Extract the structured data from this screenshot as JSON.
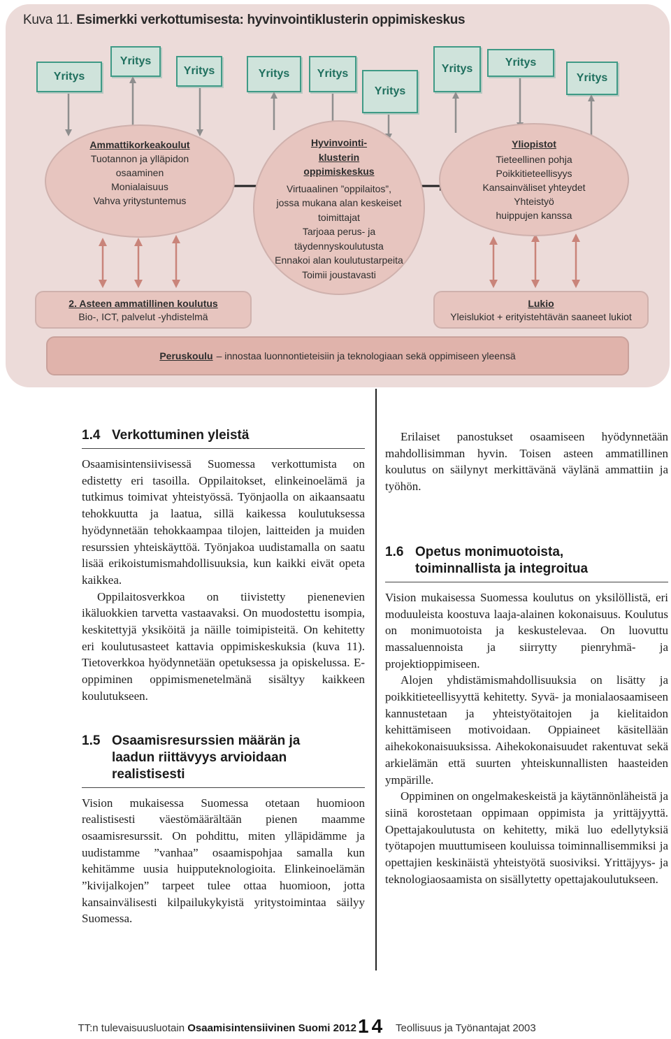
{
  "figure": {
    "title_prefix": "Kuva 11.",
    "title": "Esimerkki verkottumisesta: hyvinvointiklusterin oppimiskeskus",
    "firm_label": "Yritys",
    "amk": {
      "title": "Ammattikorkeakoulut",
      "lines": [
        "Tuotannon ja ylläpidon",
        "osaaminen",
        "Monialaisuus",
        "Vahva yritystuntemus"
      ]
    },
    "center": {
      "title_lines": [
        "Hyvinvointi-",
        "klusterin",
        "oppimiskeskus"
      ],
      "lines": [
        "Virtuaalinen ”oppilaitos”,",
        "jossa mukana alan keskeiset",
        "toimittajat",
        "Tarjoaa perus- ja",
        "täydennyskoulutusta",
        "Ennakoi alan koulutustarpeita",
        "Toimii joustavasti"
      ]
    },
    "uni": {
      "title": "Yliopistot",
      "lines": [
        "Tieteellinen pohja",
        "Poikkitieteellisyys",
        "Kansainväliset yhteydet",
        "Yhteistyö",
        "huippujen kanssa"
      ]
    },
    "vocational": {
      "title": "2. Asteen ammatillinen koulutus",
      "line": "Bio-, ICT, palvelut -yhdistelmä"
    },
    "lukio": {
      "title": "Lukio",
      "line": "Yleislukiot + erityistehtävän saaneet lukiot"
    },
    "peruskoulu": {
      "title": "Peruskoulu",
      "text": "– innostaa luonnontieteisiin ja teknologiaan sekä oppimiseen yleensä"
    },
    "colors": {
      "background": "#ecdbd9",
      "firm_fill": "#cfe3db",
      "firm_border": "#3f9a86",
      "arrow_gray": "#8e8e8e",
      "arrow_pink": "#c9847a",
      "oval_fill": "#e7c5bf"
    }
  },
  "left_column": {
    "s14": {
      "num": "1.4",
      "title": "Verkottuminen yleistä",
      "p1": "Osaamisintensiivisessä Suomessa verkottumista on edistetty eri tasoilla. Oppilaitokset, elinkeinoelämä ja tutkimus toimivat yhteistyössä. Työnjaolla on aikaansaatu tehokkuutta ja laatua, sillä kaikessa koulutuksessa hyödynnetään tehokkaampaa tilojen, laitteiden ja muiden resurssien yhteiskäyttöä. Työnjakoa uudistamalla on saatu lisää erikoistumismahdollisuuksia, kun kaikki eivät opeta kaikkea.",
      "p2": "Oppilaitosverkkoa on tiivistetty pienenevien ikäluokkien tarvetta vastaavaksi. On muodostettu isompia, keskitettyjä yksiköitä ja näille toimipisteitä. On kehitetty eri koulutusasteet kattavia oppimiskeskuksia (kuva 11). Tietoverkkoa hyödynnetään opetuksessa ja opiskelussa. E-oppiminen oppimismenetelmänä sisältyy kaikkeen koulutukseen."
    },
    "s15": {
      "num": "1.5",
      "title_lines": [
        "Osaamisresurssien määrän ja",
        "laadun riittävyys arvioidaan",
        "realistisesti"
      ],
      "p1": "Vision mukaisessa Suomessa otetaan huomioon realistisesti väestömäärältään pienen maamme osaamisresurssit. On pohdittu, miten ylläpidämme ja uudistamme ”vanhaa” osaamispohjaa samalla kun kehitämme uusia huipputeknologioita. Elinkeinoelämän ”kivijalkojen” tarpeet tulee ottaa huomioon, jotta kansainvälisesti kilpailukykyistä yritystoimintaa säilyy Suomessa."
    }
  },
  "right_column": {
    "p0": "Erilaiset panostukset osaamiseen hyödynnetään mahdollisimman hyvin. Toisen asteen ammatillinen koulutus on säilynyt merkittävänä väylänä ammattiin ja työhön.",
    "s16": {
      "num": "1.6",
      "title_lines": [
        "Opetus monimuotoista,",
        "toiminnallista ja integroitua"
      ],
      "p1": "Vision mukaisessa Suomessa koulutus on yksilöllistä, eri moduuleista koostuva laaja-alainen kokonaisuus. Koulutus on monimuotoista ja keskustelevaa. On luovuttu massaluennoista ja siirrytty pienryhmä- ja projektioppimiseen.",
      "p2": "Alojen yhdistämismahdollisuuksia on lisätty ja poikkitieteellisyyttä kehitetty. Syvä- ja monialaosaamiseen kannustetaan ja yhteistyötaitojen ja kielitaidon kehittämiseen motivoidaan. Oppiaineet käsitellään aihekokonaisuuksissa. Aihekokonaisuudet rakentuvat sekä arkielämän että suurten yhteiskunnallisten haasteiden ympärille.",
      "p3": "Oppiminen on ongelmakeskeistä ja käytännönläheistä ja siinä korostetaan oppimaan oppimista ja yrittäjyyttä. Opettajakoulutusta on kehitetty, mikä luo edellytyksiä työtapojen muuttumiseen kouluissa toiminnallisemmiksi ja opettajien keskinäistä yhteistyötä suosiviksi. Yrittäjyys- ja teknologiaosaamista on sisällytetty opettajakoulutukseen."
    }
  },
  "footer": {
    "left_prefix": "TT:n tulevaisuusluotain",
    "left_bold": "Osaamisintensiivinen Suomi 2012",
    "page": "14",
    "right": "Teollisuus ja Työnantajat 2003"
  }
}
